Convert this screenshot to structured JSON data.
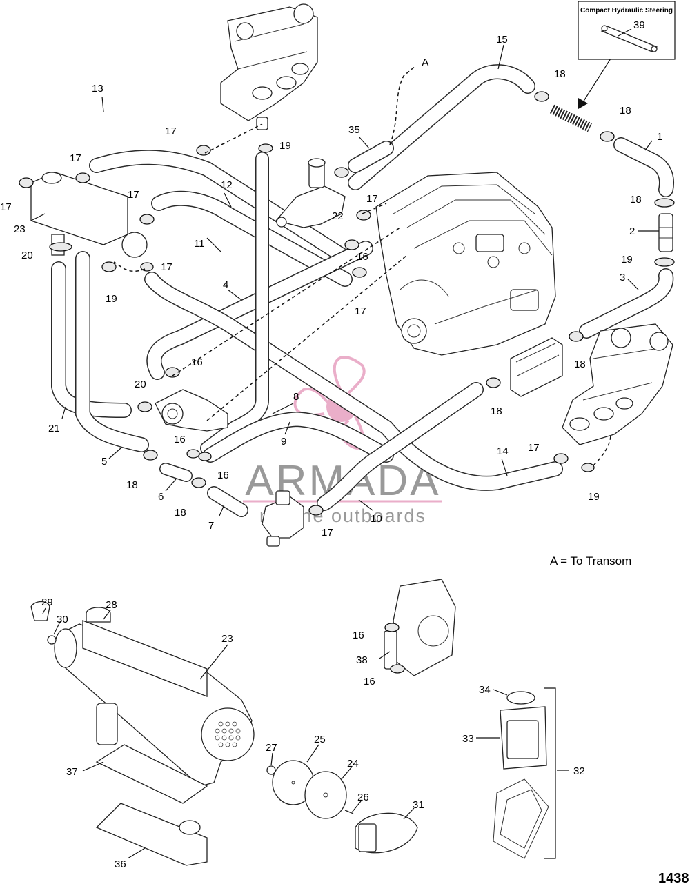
{
  "inset": {
    "title": "Compact Hydraulic Steering",
    "number": "39"
  },
  "legend_note": "A = To Transom",
  "transom_marker": "A",
  "figure_number": "1438",
  "watermark": {
    "brand": "ARMADA",
    "tagline": "marine outboards"
  },
  "colors": {
    "watermark_pink": "#e8a6c4",
    "line": "#222222"
  },
  "callouts": {
    "c1": "1",
    "c2": "2",
    "c3": "3",
    "c4": "4",
    "c5": "5",
    "c6": "6",
    "c7": "7",
    "c8": "8",
    "c9": "9",
    "c10": "10",
    "c11": "11",
    "c12": "12",
    "c13": "13",
    "c14": "14",
    "c15": "15",
    "c16a": "16",
    "c16b": "16",
    "c16c": "16",
    "c16d": "16",
    "c16e": "16",
    "c16f": "16",
    "c17a": "17",
    "c17b": "17",
    "c17c": "17",
    "c17d": "17",
    "c17e": "17",
    "c17f": "17",
    "c17g": "17",
    "c17h": "17",
    "c17i": "17",
    "c18a": "18",
    "c18b": "18",
    "c18c": "18",
    "c18d": "18",
    "c18e": "18",
    "c18f": "18",
    "c18g": "18",
    "c19a": "19",
    "c19b": "19",
    "c19c": "19",
    "c19d": "19",
    "c20a": "20",
    "c20b": "20",
    "c21": "21",
    "c22": "22",
    "c23a": "23",
    "c23b": "23",
    "c24": "24",
    "c25": "25",
    "c26": "26",
    "c27": "27",
    "c28": "28",
    "c29": "29",
    "c30": "30",
    "c31": "31",
    "c32": "32",
    "c33": "33",
    "c34": "34",
    "c35": "35",
    "c36": "36",
    "c37": "37",
    "c38": "38"
  }
}
